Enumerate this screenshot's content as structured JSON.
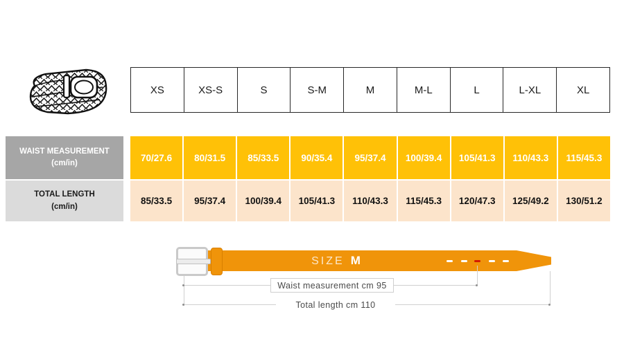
{
  "colors": {
    "amber": "#FFC107",
    "peach": "#FCE4CB",
    "waist_label_bg": "#A6A6A6",
    "length_label_bg": "#DBDBDB",
    "belt_orange": "#F0940A",
    "selected_hole_red": "#D31A00"
  },
  "size_chart": {
    "sizes": [
      "XS",
      "XS-S",
      "S",
      "S-M",
      "M",
      "M-L",
      "L",
      "L-XL",
      "XL"
    ],
    "waist_row": {
      "label": "WAIST MEASUREMENT",
      "unit": "(cm/in)",
      "values": [
        "70/27.6",
        "80/31.5",
        "85/33.5",
        "90/35.4",
        "95/37.4",
        "100/39.4",
        "105/41.3",
        "110/43.3",
        "115/45.3"
      ]
    },
    "length_row": {
      "label": "TOTAL LENGTH",
      "unit": "(cm/in)",
      "values": [
        "85/33.5",
        "95/37.4",
        "100/39.4",
        "105/41.3",
        "110/43.3",
        "115/45.3",
        "120/47.3",
        "125/49.2",
        "130/51.2"
      ]
    }
  },
  "belt_diagram": {
    "size_label": "SIZE",
    "size_value": "M",
    "waist_dimension": "Waist measurement cm 95",
    "total_dimension": "Total length cm 110"
  },
  "chart_data": {
    "type": "table",
    "columns": [
      "XS",
      "XS-S",
      "S",
      "S-M",
      "M",
      "M-L",
      "L",
      "L-XL",
      "XL"
    ],
    "rows": [
      {
        "label": "WAIST MEASUREMENT (cm/in)",
        "values": [
          "70/27.6",
          "80/31.5",
          "85/33.5",
          "90/35.4",
          "95/37.4",
          "100/39.4",
          "105/41.3",
          "110/43.3",
          "115/45.3"
        ]
      },
      {
        "label": "TOTAL LENGTH (cm/in)",
        "values": [
          "85/33.5",
          "95/37.4",
          "100/39.4",
          "105/41.3",
          "110/43.3",
          "115/45.3",
          "120/47.3",
          "125/49.2",
          "130/51.2"
        ]
      }
    ]
  }
}
